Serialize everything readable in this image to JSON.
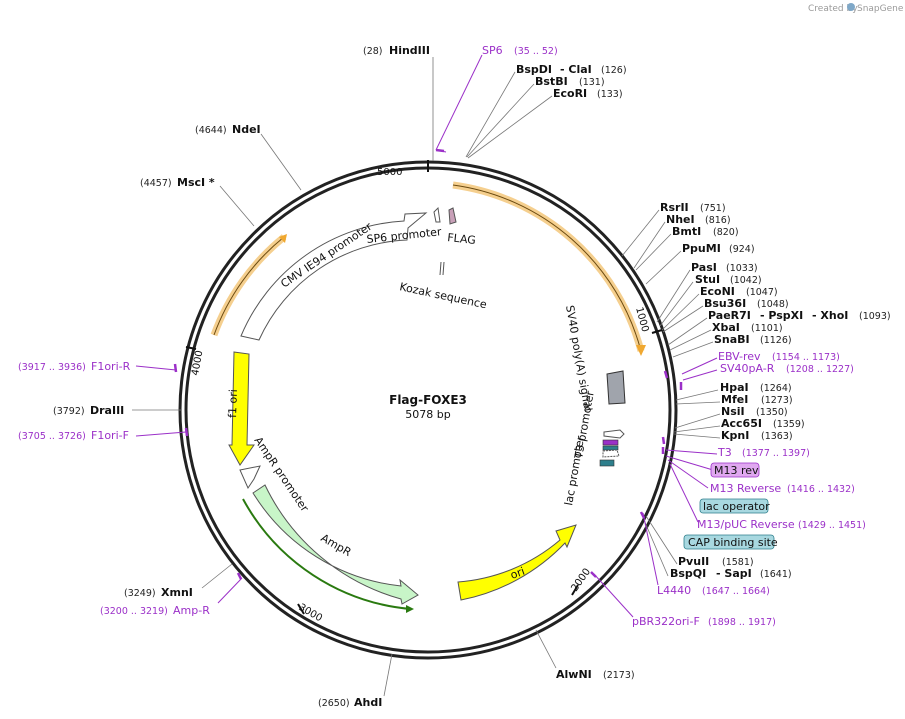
{
  "watermark": {
    "prefix": "Created by",
    "brand": "SnapGene"
  },
  "plasmid": {
    "name": "Flag-FOXE3",
    "size": "5078 bp"
  },
  "colors": {
    "ring": "#222222",
    "primer": "#9b30c8",
    "orange": "#f0a830",
    "yellow": "#ffff00",
    "green": "#c8f5c8",
    "teal": "#2e7f8c",
    "hilite_purple": "#e0a8f0",
    "hilite_teal": "#a8d8e0"
  },
  "ticks": [
    "5000",
    "1000",
    "2000",
    "3000",
    "4000"
  ],
  "sites": [
    {
      "pos": "(28)",
      "name": "HindIII"
    },
    {
      "name": "BspDI",
      "name2": "- ClaI",
      "pos": "(126)"
    },
    {
      "name": "BstBI",
      "pos": "(131)"
    },
    {
      "name": "EcoRI",
      "pos": "(133)"
    },
    {
      "name": "RsrII",
      "pos": "(751)"
    },
    {
      "name": "NheI",
      "pos": "(816)"
    },
    {
      "name": "BmtI",
      "pos": "(820)"
    },
    {
      "name": "PpuMI",
      "pos": "(924)"
    },
    {
      "name": "PasI",
      "pos": "(1033)"
    },
    {
      "name": "StuI",
      "pos": "(1042)"
    },
    {
      "name": "EcoNI",
      "pos": "(1047)"
    },
    {
      "name": "Bsu36I",
      "pos": "(1048)"
    },
    {
      "name": "PaeR7I",
      "name2": "- PspXI",
      "name3": "- XhoI",
      "pos": "(1093)"
    },
    {
      "name": "XbaI",
      "pos": "(1101)"
    },
    {
      "name": "SnaBI",
      "pos": "(1126)"
    },
    {
      "name": "HpaI",
      "pos": "(1264)"
    },
    {
      "name": "MfeI",
      "pos": "(1273)"
    },
    {
      "name": "NsiI",
      "pos": "(1350)"
    },
    {
      "name": "Acc65I",
      "pos": "(1359)"
    },
    {
      "name": "KpnI",
      "pos": "(1363)"
    },
    {
      "name": "PvuII",
      "pos": "(1581)"
    },
    {
      "name": "BspQI",
      "name2": "- SapI",
      "pos": "(1641)"
    },
    {
      "name": "AlwNI",
      "pos": "(2173)"
    },
    {
      "pos": "(2650)",
      "name": "AhdI"
    },
    {
      "pos": "(3249)",
      "name": "XmnI"
    },
    {
      "pos": "(3792)",
      "name": "DraIII"
    },
    {
      "pos": "(4457)",
      "name": "MscI *"
    },
    {
      "pos": "(4644)",
      "name": "NdeI"
    }
  ],
  "primers": [
    {
      "name": "SP6",
      "range": "(35 .. 52)"
    },
    {
      "name": "EBV-rev",
      "range": "(1154 .. 1173)"
    },
    {
      "name": "SV40pA-R",
      "range": "(1208 .. 1227)"
    },
    {
      "name": "T3",
      "range": "(1377 .. 1397)"
    },
    {
      "name": "M13 rev",
      "range": ""
    },
    {
      "name": "M13 Reverse",
      "range": "(1416 .. 1432)"
    },
    {
      "name": "M13/pUC Reverse",
      "range": "(1429 .. 1451)"
    },
    {
      "name": "L4440",
      "range": "(1647 .. 1664)"
    },
    {
      "name": "pBR322ori-F",
      "range": "(1898 .. 1917)"
    },
    {
      "name": "Amp-R",
      "range": "(3200 .. 3219)"
    },
    {
      "name": "F1ori-F",
      "range": "(3705 .. 3726)"
    },
    {
      "name": "F1ori-R",
      "range": "(3917 .. 3936)"
    }
  ],
  "boxes": {
    "lac_operator": "lac operator",
    "cap_site": "CAP binding site"
  },
  "features": {
    "cmv": "CMV IE94 promoter",
    "sp6_promoter": "SP6 promoter",
    "flag": "FLAG",
    "kozak": "Kozak sequence",
    "sv40": "SV40 poly(A) signal",
    "t3": "T3 promoter",
    "lac": "lac promoter",
    "ori": "ori",
    "ampr": "AmpR",
    "ampr_promoter": "AmpR promoter",
    "f1ori": "f1 ori"
  }
}
